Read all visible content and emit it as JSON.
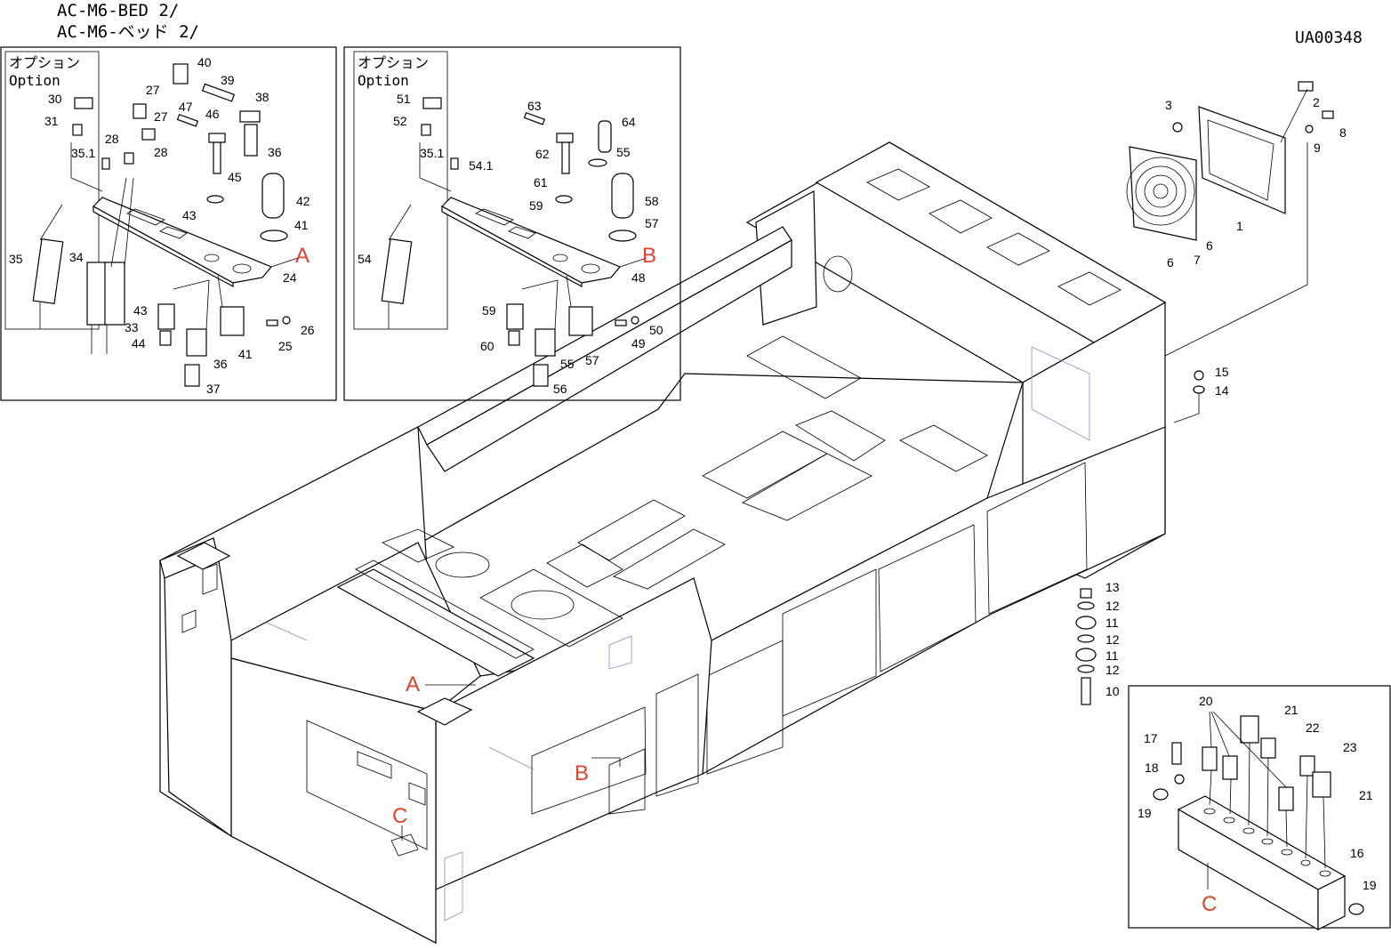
{
  "header": {
    "title_en": "AC-M6-BED 2/",
    "title_jp": "AC-M6-ベッド 2/",
    "drawing_no": "UA00348"
  },
  "detail_a": {
    "option_jp": "オプション",
    "option_en": "Option",
    "ref_letter": "A",
    "parts": [
      "40",
      "39",
      "38",
      "27",
      "27",
      "47",
      "46",
      "30",
      "31",
      "28",
      "28",
      "35.1",
      "36",
      "45",
      "42",
      "43",
      "41",
      "24",
      "35",
      "34",
      "33",
      "43",
      "44",
      "36",
      "41",
      "37",
      "25",
      "26"
    ]
  },
  "detail_b": {
    "option_jp": "オプション",
    "option_en": "Option",
    "ref_letter": "B",
    "parts": [
      "63",
      "64",
      "62",
      "55",
      "51",
      "52",
      "35.1",
      "54.1",
      "61",
      "58",
      "59",
      "57",
      "54",
      "48",
      "59",
      "60",
      "55",
      "57",
      "56",
      "49",
      "50"
    ]
  },
  "fan": {
    "parts": [
      "3",
      "2",
      "8",
      "9",
      "1",
      "6",
      "6",
      "7"
    ]
  },
  "side_stack": {
    "parts": [
      "15",
      "14",
      "13",
      "12",
      "11",
      "12",
      "11",
      "12",
      "10"
    ]
  },
  "frame": {
    "ref_letters": [
      "A",
      "B",
      "C"
    ]
  },
  "detail_c": {
    "ref_letter": "C",
    "parts": [
      "20",
      "21",
      "22",
      "17",
      "23",
      "18",
      "21",
      "19",
      "16",
      "19"
    ]
  }
}
